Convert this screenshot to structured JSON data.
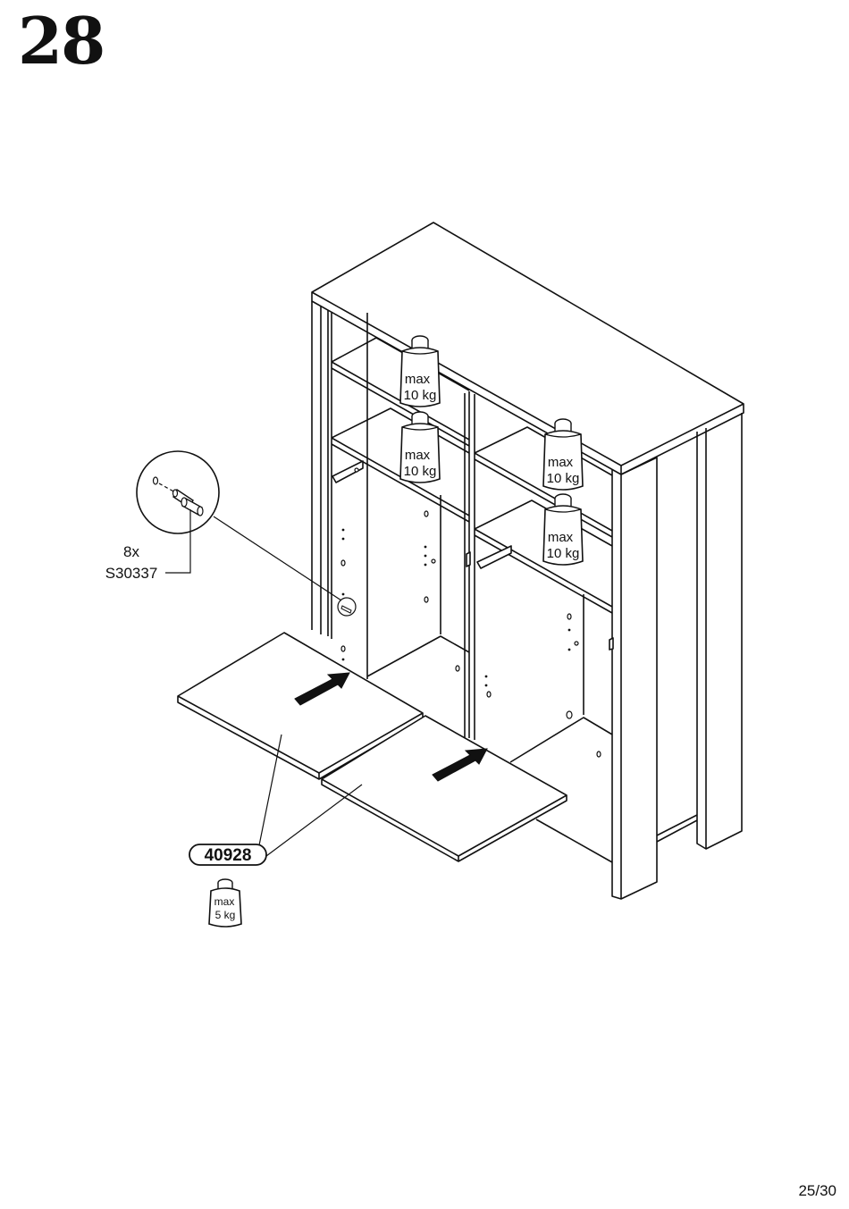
{
  "step": {
    "number": "28"
  },
  "weights": {
    "shelf_top": {
      "line1": "max",
      "line2": "10 kg"
    },
    "shelf_middle_left": {
      "line1": "max",
      "line2": "10 kg"
    },
    "shelf_upper_right": {
      "line1": "max",
      "line2": "10 kg"
    },
    "shelf_lower_right": {
      "line1": "max",
      "line2": "10 kg"
    },
    "bottom_board": {
      "line1": "max",
      "line2": "5 kg"
    }
  },
  "hardware": {
    "quantity": "8x",
    "code": "S30337"
  },
  "part": {
    "code": "40928"
  },
  "footer": {
    "page": "25/30"
  }
}
